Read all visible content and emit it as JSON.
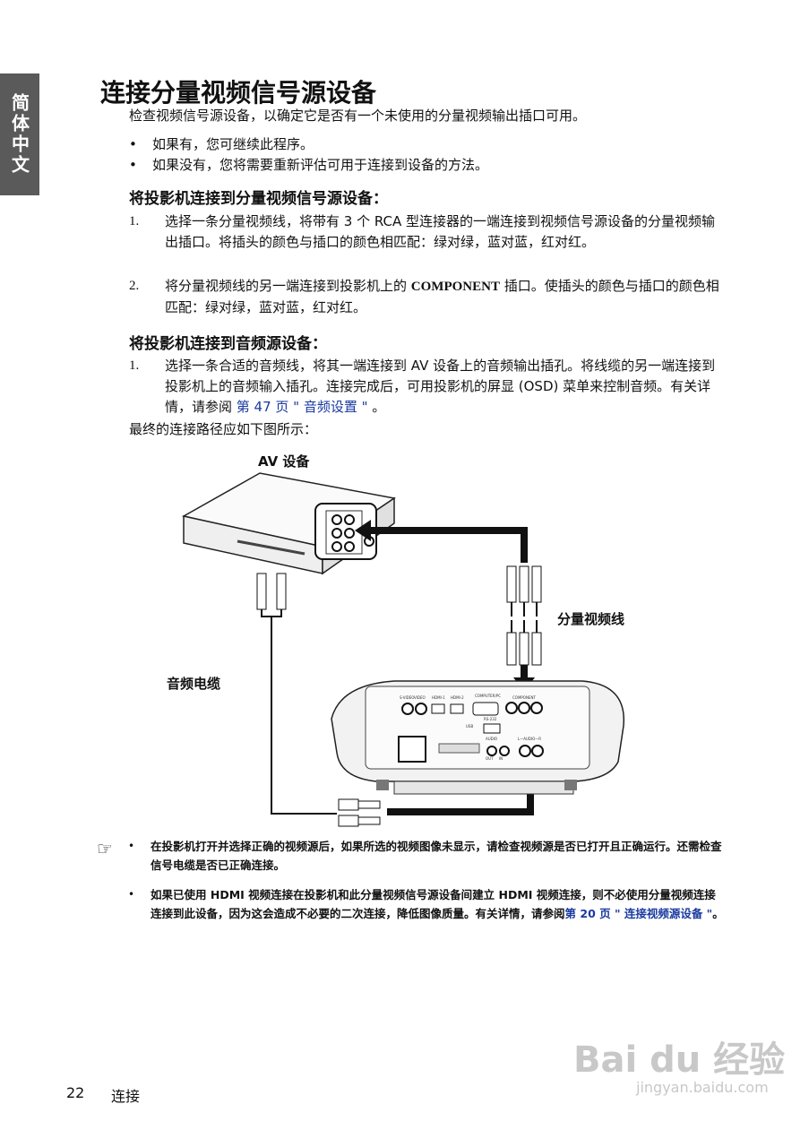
{
  "side_tab": "简体中文",
  "title": "连接分量视频信号源设备",
  "intro": "检查视频信号源设备，以确定它是否有一个未使用的分量视频输出插口可用。",
  "bullets": [
    "如果有，您可继续此程序。",
    "如果没有，您将需要重新评估可用于连接到设备的方法。"
  ],
  "section1": {
    "heading": "将投影机连接到分量视频信号源设备：",
    "steps": [
      {
        "num": "1.",
        "text": "选择一条分量视频线，将带有 3 个 RCA 型连接器的一端连接到视频信号源设备的分量视频输出插口。将插头的颜色与插口的颜色相匹配：绿对绿，蓝对蓝，红对红。"
      },
      {
        "num": "2.",
        "pre": "将分量视频线的另一端连接到投影机上的 ",
        "bold": "COMPONENT",
        "post": " 插口。使插头的颜色与插口的颜色相匹配：绿对绿，蓝对蓝，红对红。"
      }
    ]
  },
  "section2": {
    "heading": "将投影机连接到音频源设备：",
    "step": {
      "num": "1.",
      "pre": "选择一条合适的音频线，将其一端连接到 AV 设备上的音频输出插孔。将线缆的另一端连接到投影机上的音频输入插孔。连接完成后，可用投影机的屏显 (OSD) 菜单来控制音频。有关详情，请参阅 ",
      "link": "第 47 页 \" 音频设置 \"",
      "post": " 。"
    },
    "final": "最终的连接路径应如下图所示："
  },
  "diagram": {
    "av_label": "AV 设备",
    "component_cable": "分量视频线",
    "audio_cable": "音频电缆",
    "port_labels": [
      "S-VIDEO",
      "VIDEO",
      "HDMI-1",
      "HDMI-2",
      "COMPUTER/PC",
      "COMPONENT",
      "USB",
      "RS-232",
      "AUDIO",
      "OUT",
      "IN",
      "L—AUDIO—R"
    ]
  },
  "notes": [
    {
      "text": "在投影机打开并选择正确的视频源后，如果所选的视频图像未显示，请检查视频源是否已打开且正确运行。还需检查信号电缆是否已正确连接。"
    },
    {
      "pre": "如果已使用 HDMI 视频连接在投影机和此分量视频信号源设备间建立 HDMI 视频连接，则不必使用分量视频连接连接到此设备，因为这会造成不必要的二次连接，降低图像质量。有关详情，请参阅",
      "link": "第 20 页 \" 连接视频源设备 \"",
      "post": "。"
    }
  ],
  "footer": {
    "page": "22",
    "label": "连接"
  },
  "watermark": {
    "line1": "Bai du 经验",
    "line2": "jingyan.baidu.com"
  },
  "colors": {
    "link": "#1a3aa0",
    "side_tab": "#5a5a5a"
  }
}
